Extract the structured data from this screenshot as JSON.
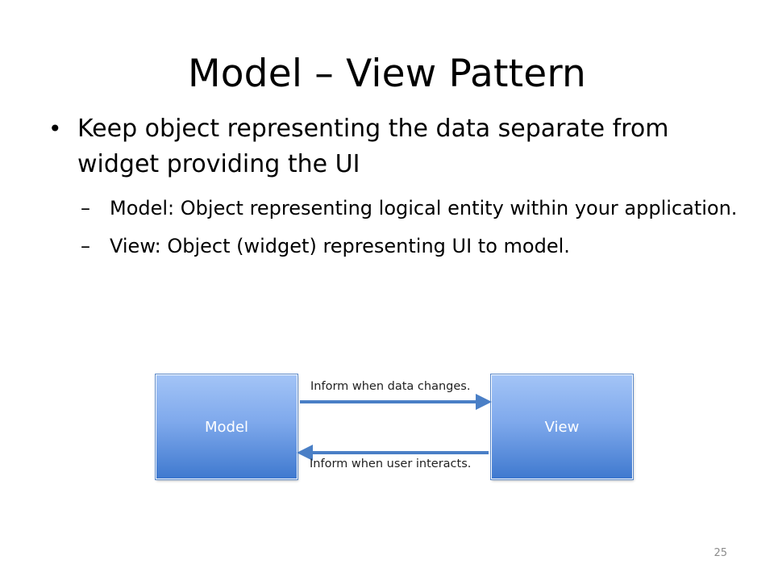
{
  "slide": {
    "title": "Model – View Pattern",
    "bullets": [
      {
        "marker": "•",
        "text": "Keep object representing the data separate from widget providing the UI",
        "sub": [
          {
            "marker": "–",
            "text": "Model: Object representing logical entity within your application."
          },
          {
            "marker": "–",
            "text": "View: Object (widget) representing UI to model."
          }
        ]
      }
    ],
    "page_number": "25"
  },
  "diagram": {
    "nodes": [
      {
        "id": "model",
        "label": "Model"
      },
      {
        "id": "view",
        "label": "View"
      }
    ],
    "edges": [
      {
        "from": "model",
        "to": "view",
        "label": "Inform when data changes."
      },
      {
        "from": "view",
        "to": "model",
        "label": "Inform when user interacts."
      }
    ],
    "colors": {
      "box_top": "#a3c4f6",
      "box_bottom": "#3f79cf",
      "arrow": "#4a7fc6"
    }
  }
}
